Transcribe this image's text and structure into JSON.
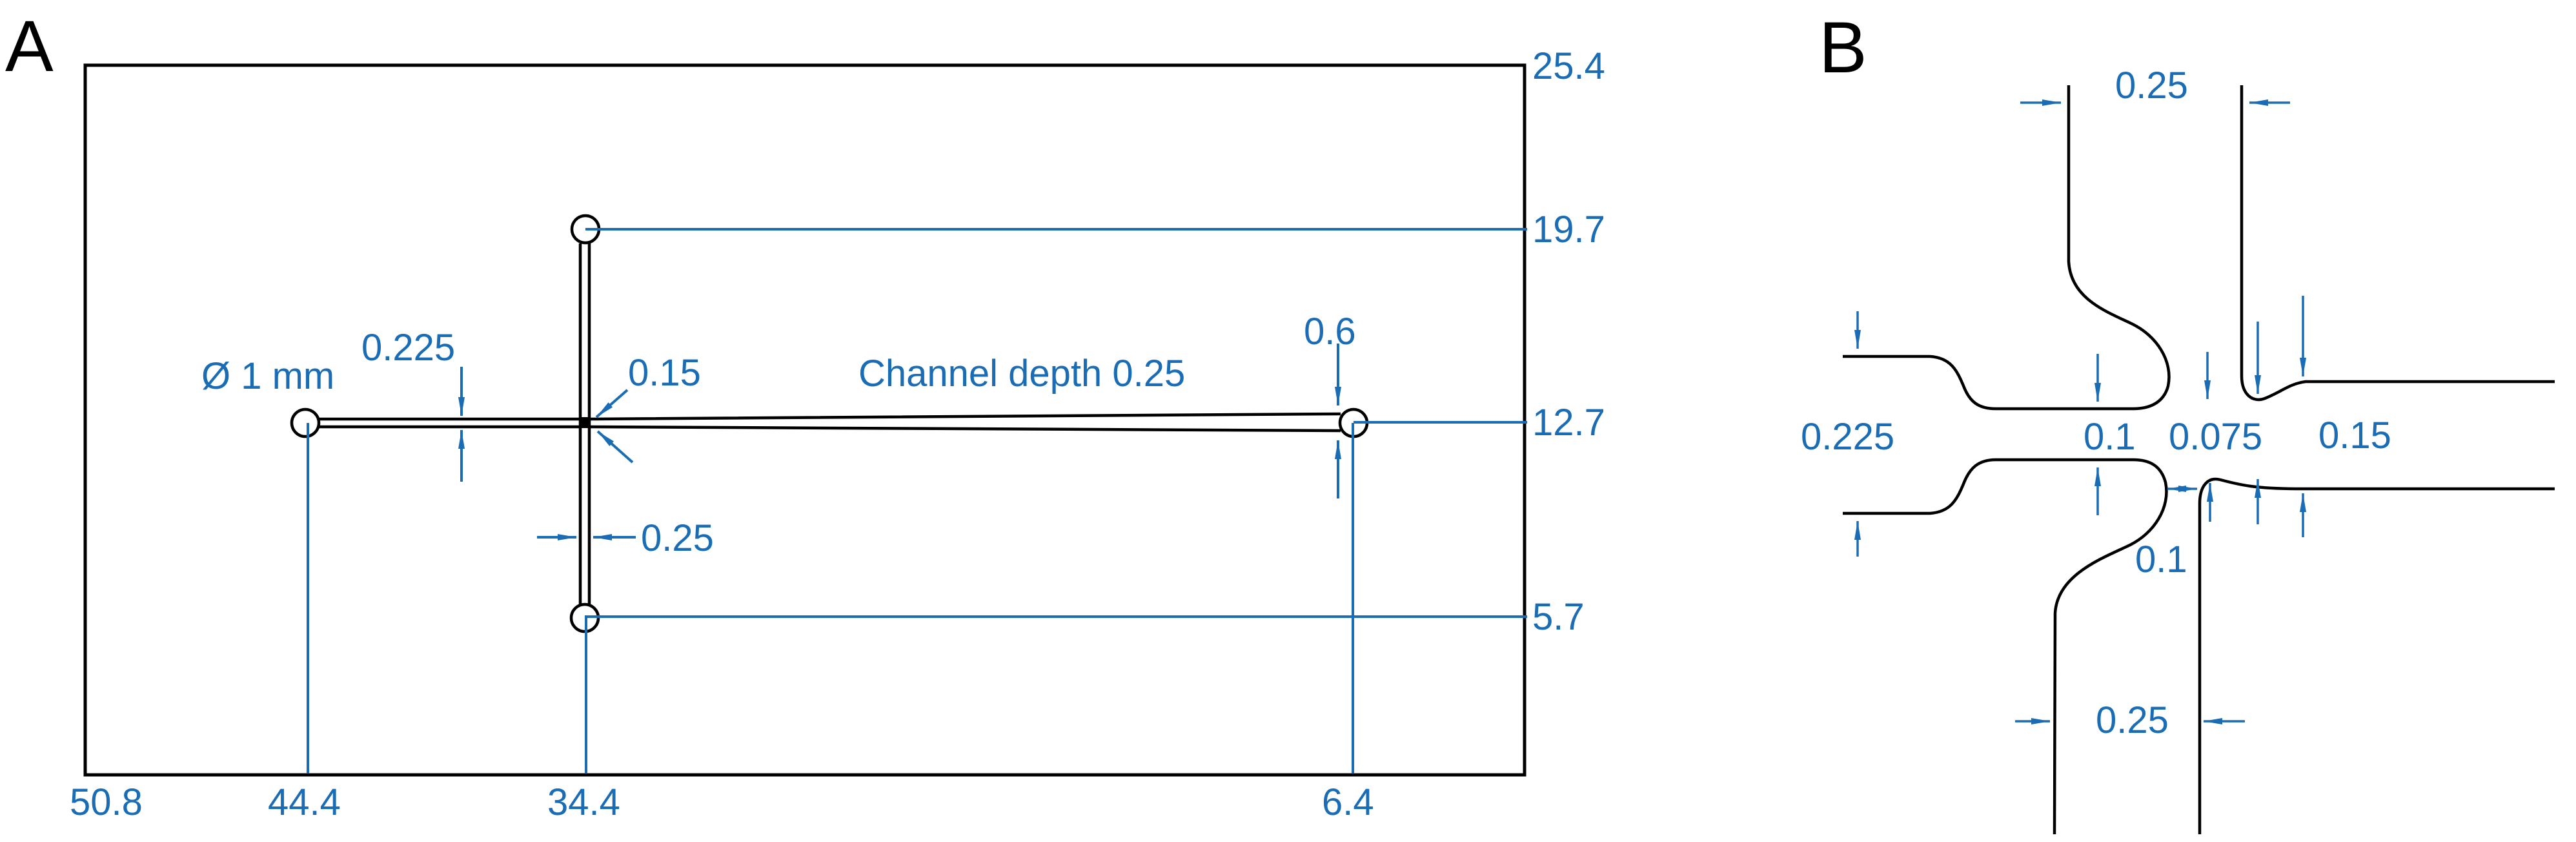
{
  "figure": {
    "panel_a": {
      "label": "A",
      "port_diameter": "Ø 1 mm",
      "channel_depth": "Channel depth 0.25",
      "side_channel_width": "0.225",
      "junction_width": "0.15",
      "main_channel_width": "0.25",
      "outlet_width": "0.6",
      "right_dims": [
        "25.4",
        "19.7",
        "12.7",
        "5.7"
      ],
      "bottom_dims": [
        "50.8",
        "44.4",
        "34.4",
        "6.4"
      ]
    },
    "panel_b": {
      "label": "B",
      "top_channel_width": "0.25",
      "left_channel_width": "0.225",
      "orifice_width": "0.1",
      "junction_gap": "0.075",
      "outlet_channel_width": "0.15",
      "lower_gap": "0.1",
      "bottom_channel_width": "0.25"
    },
    "colors": {
      "dimension_blue": "#1a6cb5",
      "outline_black": "#000000"
    }
  }
}
